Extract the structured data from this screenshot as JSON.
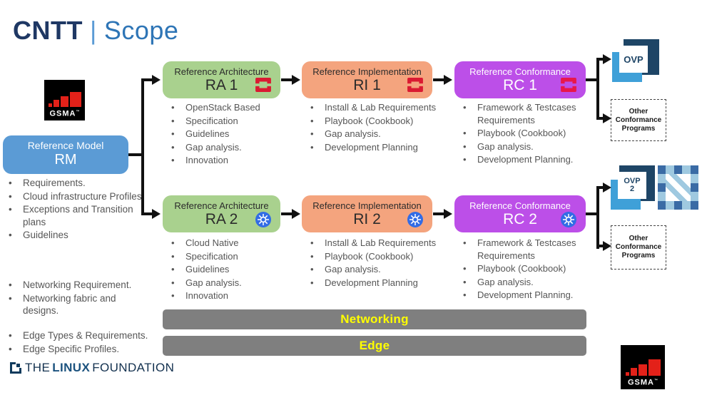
{
  "title": {
    "brand": "CNTT",
    "divider": "|",
    "name": "Scope"
  },
  "colors": {
    "navy": "#1F3864",
    "scope_blue": "#2E75B6",
    "light_blue": "#5B9BD5",
    "rm_blue": "#5B9BD5",
    "ra_green": "#A9D18E",
    "ri_orange": "#F4A47E",
    "rc_purple": "#BC4FE8",
    "bar_gray": "#7F7F7F",
    "bar_yellow": "#FFFF00",
    "openstack_red": "#DA1A32",
    "k8s_blue": "#326CE5",
    "gsma_red": "#E32119",
    "ovp_dark": "#1E4566",
    "ovp_light": "#3FA0D8"
  },
  "reference_model": {
    "title": "Reference Model",
    "code": "RM",
    "bullets": [
      "Requirements.",
      "Cloud infrastructure Profiles",
      "Exceptions and Transition plans",
      "Guidelines"
    ]
  },
  "side_notes": {
    "networking": [
      "Networking Requirement.",
      "Networking fabric and designs."
    ],
    "edge": [
      "Edge Types & Requirements.",
      "Edge Specific Profiles."
    ]
  },
  "row1": {
    "ra": {
      "title": "Reference Architecture",
      "code": "RA 1",
      "icon": "openstack-icon",
      "bullets": [
        "OpenStack Based",
        "Specification",
        "Guidelines",
        "Gap analysis.",
        "Innovation"
      ]
    },
    "ri": {
      "title": "Reference Implementation",
      "code": "RI 1",
      "icon": "openstack-icon",
      "bullets": [
        "Install & Lab Requirements",
        "Playbook (Cookbook)",
        "Gap analysis.",
        "Development Planning"
      ]
    },
    "rc": {
      "title": "Reference Conformance",
      "code": "RC 1",
      "icon": "openstack-icon",
      "bullets": [
        "Framework & Testcases Requirements",
        "Playbook (Cookbook)",
        "Gap analysis.",
        "Development Planning."
      ]
    },
    "ovp": {
      "line1": "OVP"
    },
    "other_programs": "Other Conformance Programs"
  },
  "row2": {
    "ra": {
      "title": "Reference Architecture",
      "code": "RA 2",
      "icon": "kubernetes-icon",
      "bullets": [
        "Cloud Native",
        "Specification",
        "Guidelines",
        "Gap analysis.",
        "Innovation"
      ]
    },
    "ri": {
      "title": "Reference Implementation",
      "code": "RI 2",
      "icon": "kubernetes-icon",
      "bullets": [
        "Install & Lab Requirements",
        "Playbook (Cookbook)",
        "Gap analysis.",
        "Development Planning"
      ]
    },
    "rc": {
      "title": "Reference Conformance",
      "code": "RC 2",
      "icon": "kubernetes-icon",
      "bullets": [
        "Framework & Testcases Requirements",
        "Playbook (Cookbook)",
        "Gap analysis.",
        "Development Planning."
      ]
    },
    "ovp": {
      "line1": "OVP",
      "line2": "2"
    },
    "other_programs": "Other Conformance Programs"
  },
  "bars": {
    "networking": "Networking",
    "edge": "Edge"
  },
  "gsma_logo": {
    "label": "GSMA",
    "tm": "™"
  },
  "footer": {
    "linux_foundation": {
      "prefix": "THE",
      "brand": "LINUX",
      "suffix": "FOUNDATION"
    }
  }
}
